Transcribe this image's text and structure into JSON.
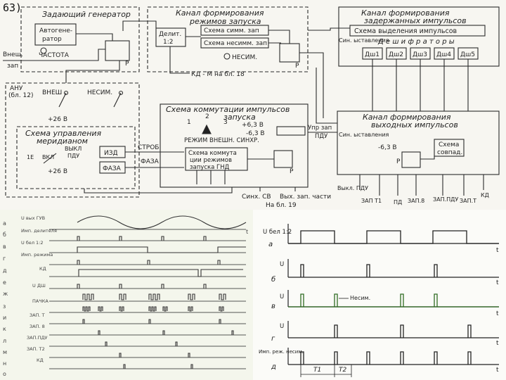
{
  "figure": {
    "number": "63)"
  },
  "scheme": {
    "generator": {
      "title": "Задающий генератор",
      "oscillator": "Автогене-ратор",
      "oscillator_line1": "Автогене-",
      "oscillator_line2": "ратор",
      "freq_label": "ЧАСТОТА",
      "ext_start": "Внеш. зап.",
      "ext_start_line1": "Внеш.",
      "ext_start_line2": "зап",
      "relay": "Р"
    },
    "start_mode_channel": {
      "title": "Канал формирования режимов запуска",
      "title_line1": "Канал формирования",
      "title_line2": "режимов запуска",
      "divider": "Делит. 1:2",
      "divider_line1": "Делит.",
      "divider_line2": "1:2",
      "sym_start": "Схема симм. зап",
      "asym_start": "Схема несимм. зап",
      "asym_label": "НЕСИМ.",
      "kd_m": "КД - М на бл. 18",
      "relay": "Р"
    },
    "delayed_pulse_channel": {
      "title": "Канал формирования задержанных импульсов",
      "title_line1": "Канал формирования",
      "title_line2": "задержанных импульсов",
      "extract_circuit": "Схема выделения импульсов",
      "shifters_title": "Д е ш и ф р а т о р ы",
      "sync_label": "Син. ыставления",
      "shifters": [
        "Дш1",
        "Дш2",
        "Дш3",
        "Дш4",
        "Дш5"
      ]
    },
    "anu": {
      "label": "АНУ (бл. 12)",
      "label_line1": "АНУ",
      "label_line2": "(бл. 12)",
      "ext": "ВНЕШ",
      "asym": "НЕСИМ."
    },
    "supply_1": "+26 В",
    "supply_2": "+26 В",
    "meridian_block": {
      "title": "Схема управления меридианом",
      "title_line1": "Схема управления",
      "title_line2": "меридианом",
      "off": "ВЫКЛ",
      "pdu": "ПДУ",
      "izd": "ИЗД",
      "phase_box": "ФАЗА",
      "switch_positions": [
        "1Е",
        "ВКЛ"
      ]
    },
    "strobe": "СТРОБ",
    "phase": "ФАЗА",
    "switch_circuit": {
      "title": "Схема коммутации импульсов запуска",
      "title_line1": "Схема коммутации импульсов",
      "title_line2": "запуска",
      "positions": [
        "1",
        "2",
        "3"
      ],
      "plus_v": "+6,3 В",
      "minus_v": "-6,3 В",
      "mode": "РЕЖИМ ВНЕШН. СИНХР.",
      "switch_modes": "Схема коммутации режимов запуска ГНД",
      "switch_modes_line1": "Схема коммута",
      "switch_modes_line2": "ции режимов",
      "switch_modes_line3": "запуска ГНД",
      "relay": "Р"
    },
    "control_pdu": "Упр. зап. ПДУ",
    "control_pdu_line1": "Упр зап",
    "control_pdu_line2": "ПДУ",
    "output_channel": {
      "title": "Канал формирования выходных импульсов",
      "title_line1": "Канал формирования",
      "title_line2": "выходных импульсов",
      "sync_label": "Син. ыставления",
      "minus_v": "-6,3 В",
      "coincidence": "Схема совпад.",
      "coincidence_line1": "Схема",
      "coincidence_line2": "совпад.",
      "relay": "Р"
    },
    "bottom_labels": {
      "sync_sv": "Синх. СВ",
      "output_start": "Вых. зап. части",
      "to_block": "На бл. 19"
    },
    "outputs": [
      "Выкл. ПДУ",
      "ЗАП Т1",
      "ПД",
      "ЗАП.8",
      "ЗАП.ПДУ",
      "ЗАП.Т",
      "КД"
    ]
  },
  "timing_left": {
    "rows": [
      {
        "letter": "а",
        "label": "U вых ГУВ"
      },
      {
        "letter": "б",
        "label": "Имп. делителя"
      },
      {
        "letter": "в",
        "label": "U бел 1:2"
      },
      {
        "letter": "г",
        "label": "Имп. режима"
      },
      {
        "letter": "д",
        "label": "КД"
      },
      {
        "letter": "е",
        "label": ""
      },
      {
        "letter": "ж",
        "label": "U ДШ"
      },
      {
        "letter": "з",
        "label": "ПАЧКА"
      },
      {
        "letter": "и",
        "label": "ЗАП. Т"
      },
      {
        "letter": "к",
        "label": "ЗАП. 8"
      },
      {
        "letter": "л",
        "label": "ЗАП.ПДУ"
      },
      {
        "letter": "м",
        "label": "ЗАП. Т2"
      },
      {
        "letter": "н",
        "label": "КД"
      },
      {
        "letter": "о",
        "label": ""
      }
    ],
    "axis": "t"
  },
  "timing_right": {
    "rows": [
      {
        "letter": "а",
        "label": "U бел 1:2"
      },
      {
        "letter": "б",
        "label": "U"
      },
      {
        "letter": "в",
        "label": "U"
      },
      {
        "letter": "г",
        "label": "U"
      },
      {
        "letter": "д",
        "label": "Имп. реж. несим."
      }
    ],
    "asym_note": "Несим.",
    "axis": "t",
    "periods": [
      "T1",
      "T2"
    ]
  }
}
